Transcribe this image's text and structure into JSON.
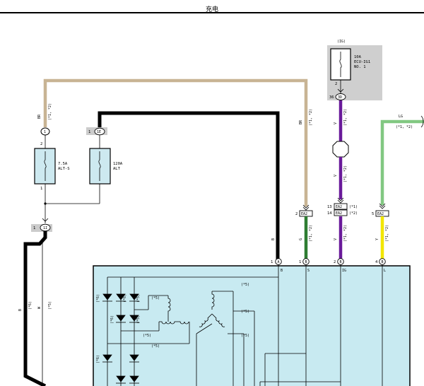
{
  "page_title": "充电",
  "colors": {
    "tan_wire": "#c8b494",
    "black_wire": "#000000",
    "purple_wire": "#6a1b9a",
    "green_wire": "#2e7d32",
    "light_green_wire": "#82c882",
    "yellow_wire": "#f2e600",
    "panel_fill": "#c8eaf1",
    "fuse_block_fill": "#cfcfcf",
    "connector_fill": "#cccccc"
  },
  "ig_fuse": {
    "tag": "(IG)",
    "rating": "10A",
    "name": "ECU-IG1",
    "number": "NO. 1",
    "pin_top": "2",
    "connector": "3D",
    "pin_side": "36"
  },
  "fuse_alt_s": {
    "rating": "7.5A",
    "name": "ALT-S",
    "pin_top": "2",
    "pin_bottom": "1"
  },
  "fuse_alt": {
    "rating": "120A",
    "name": "ALT"
  },
  "connectors": {
    "c1": {
      "label": "1",
      "pin": ""
    },
    "c1e": {
      "label": "1E",
      "pin": "1"
    },
    "c1i": {
      "label": "1I",
      "pin": "1"
    },
    "ea2_s": {
      "label": "EA2",
      "pin": "2"
    },
    "ea2_ig_a": {
      "label": "EA2",
      "pin": "13",
      "note": "(*1)"
    },
    "ea2_ig_b": {
      "label": "EA2",
      "pin": "14",
      "note": "(*2)"
    },
    "ea2_l": {
      "label": "EA2",
      "pin": "5"
    }
  },
  "wire_labels": {
    "tan_top": "BR",
    "tan_top_note": "(*1, *2)",
    "tan_right": "BR",
    "tan_right_note": "(*1, *2)",
    "black_left": "B",
    "black_left_note_a": "(*6)",
    "black_left_note_b": "W",
    "black_left_note_c": "(*5)",
    "black_right": "B",
    "purple_top": "V",
    "purple_top_note": "(*1, *2)",
    "purple_mid": "V",
    "purple_mid_note": "(*1, *2)",
    "purple_low": "V",
    "purple_low_note": "(*1, *2)",
    "green_low": "G",
    "green_low_note": "(*1, *2)",
    "lg_top": "LG",
    "lg_top_note": "(*1, *2)",
    "yellow_low": "Y",
    "yellow_low_note": "(*1, *2)"
  },
  "alternator_pins": [
    {
      "num": "1",
      "circle": "A",
      "name": "B"
    },
    {
      "num": "1",
      "circle": "B",
      "name": "S"
    },
    {
      "num": "2",
      "circle": "B",
      "name": "IG"
    },
    {
      "num": "4",
      "circle": "B",
      "name": "L"
    }
  ],
  "internal_notes": {
    "n1": "(*6)",
    "n2": "(*6)",
    "n3": "(*5)",
    "n4": "(*5)",
    "n5": "(*6)",
    "n6": "(*6)",
    "n7": "(*5)",
    "n8": "(*5)",
    "n9": "(*5)",
    "n10": "(*5)",
    "n11": "(*5)",
    "n12": "(*5)"
  }
}
